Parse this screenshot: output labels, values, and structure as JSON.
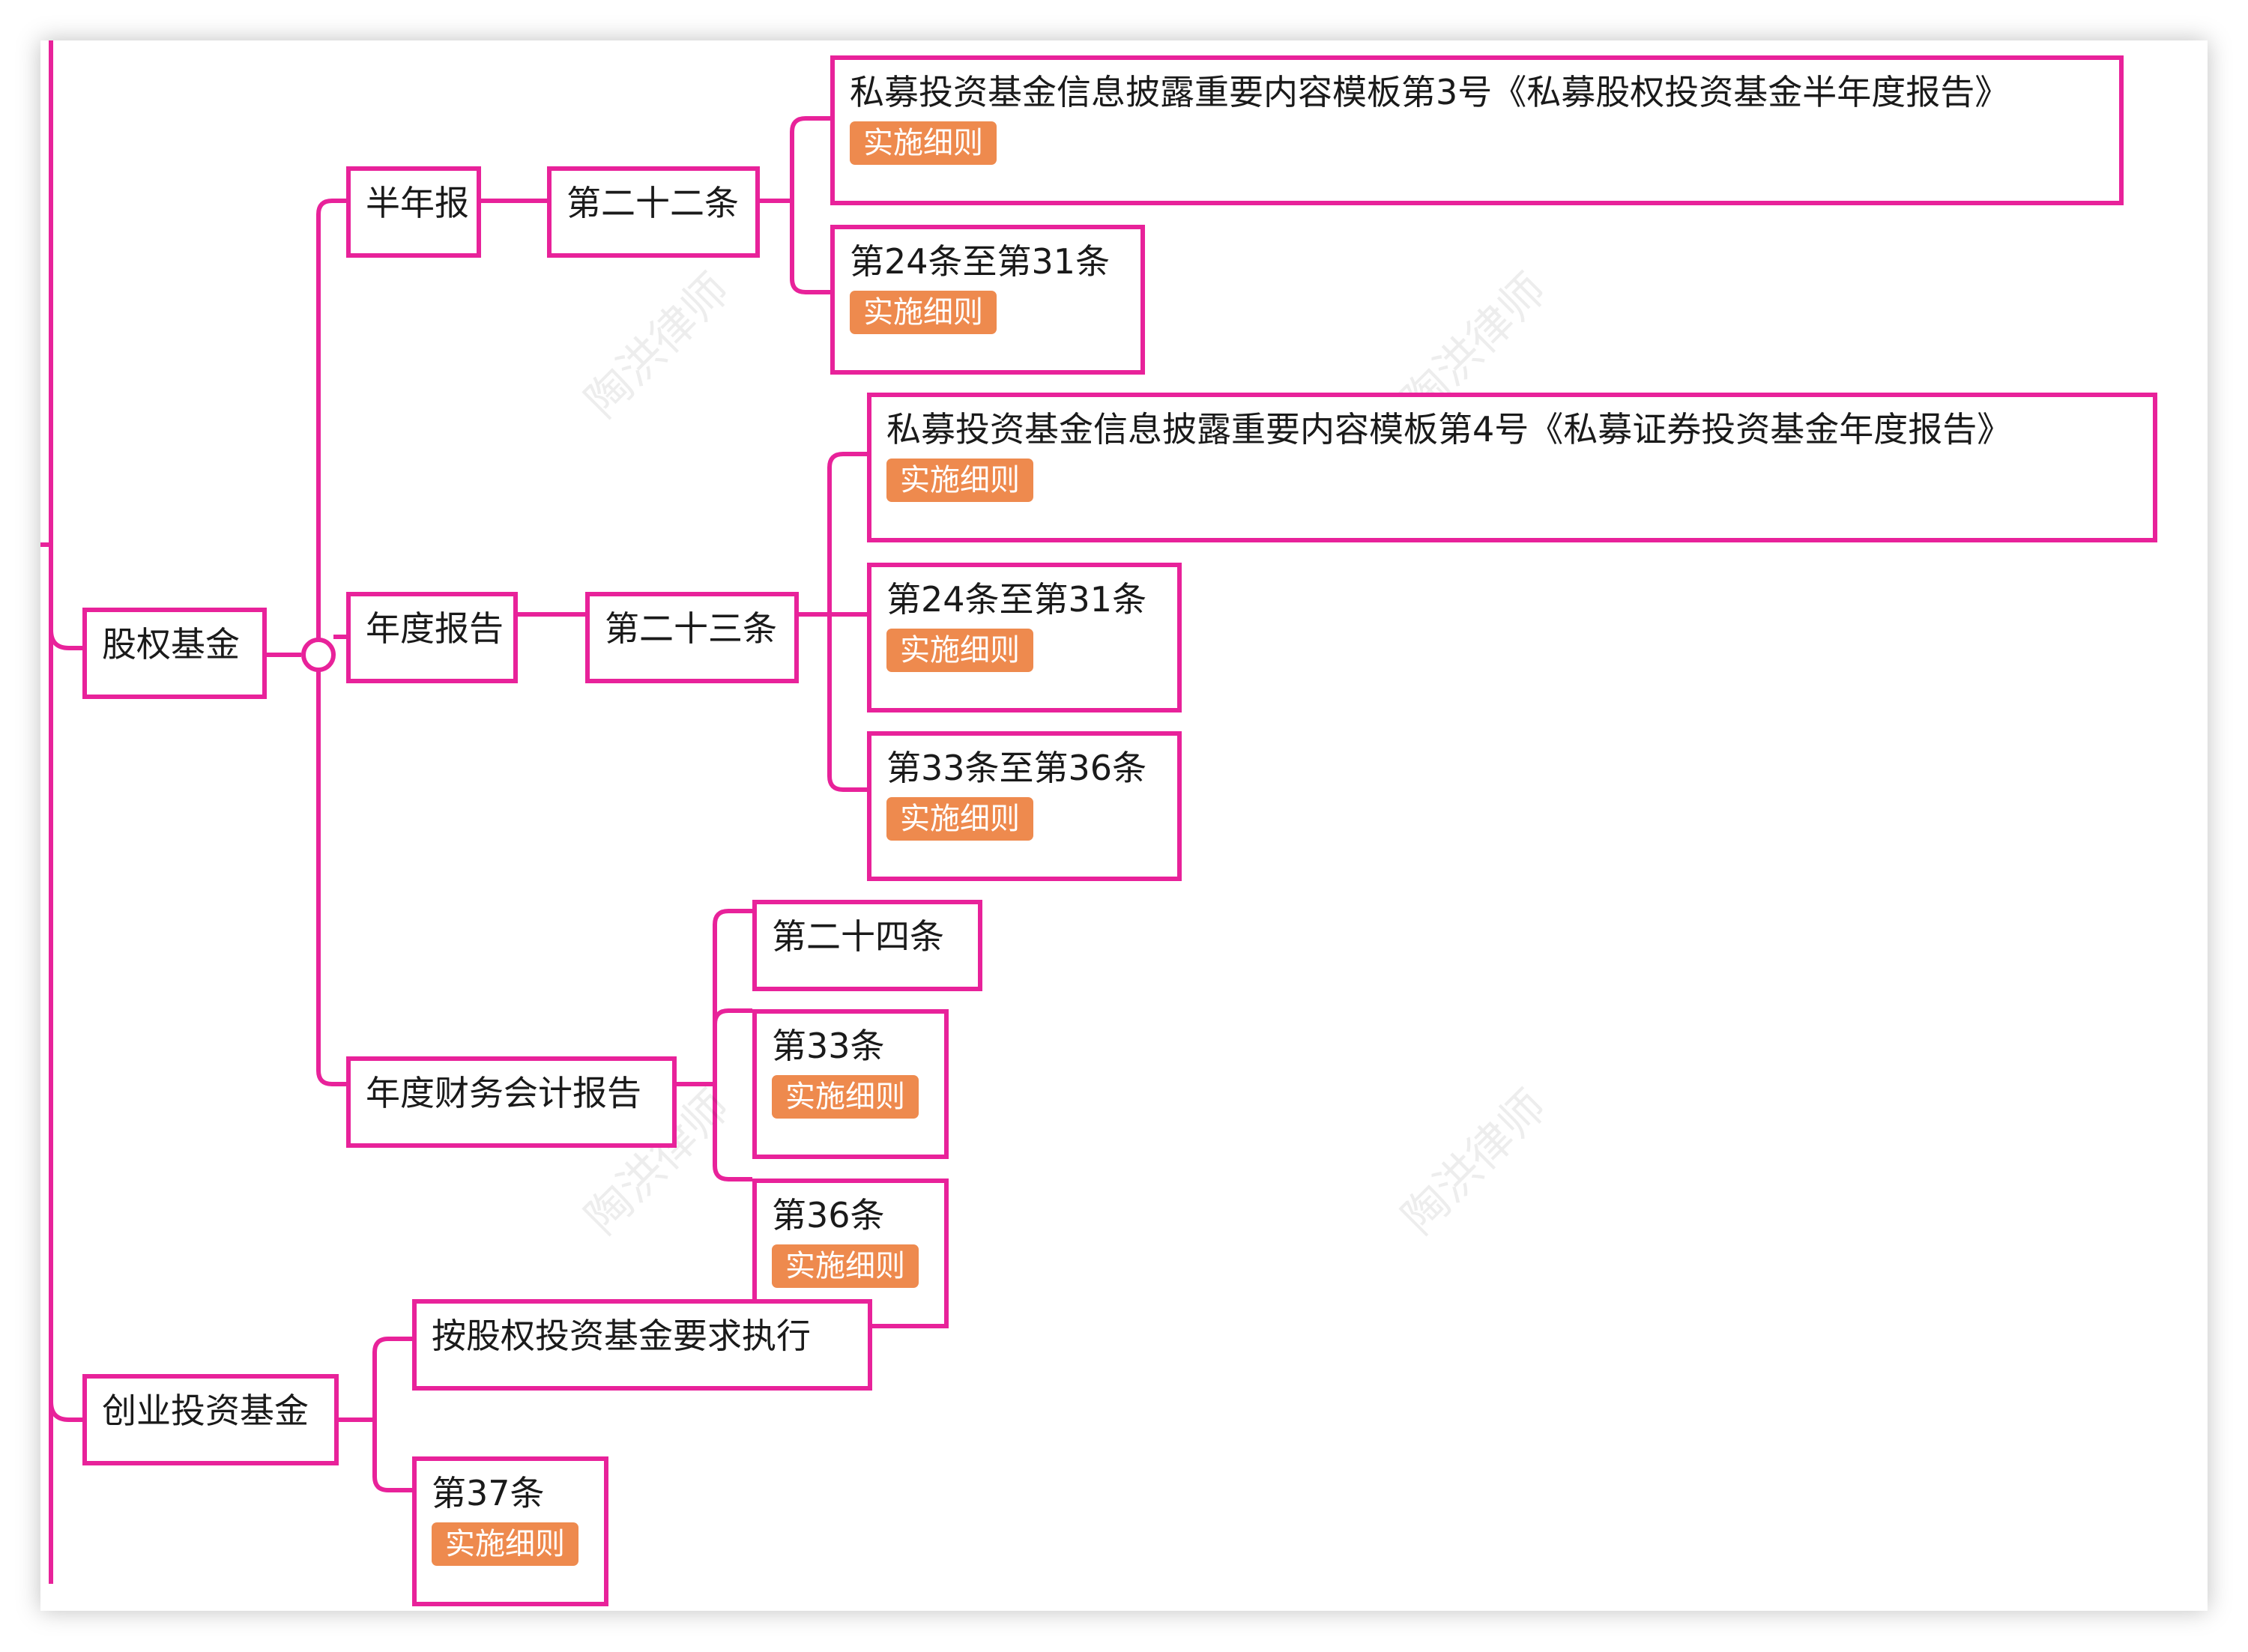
{
  "colors": {
    "line": "#e8229a",
    "tag_bg": "#ee8a4e",
    "tag_text": "#ffffff"
  },
  "tag_label": "实施细则",
  "watermark": "陶洪律师",
  "nodes": {
    "equity_fund": "股权基金",
    "half_year": "半年报",
    "art22": "第二十二条",
    "template3": "私募投资基金信息披露重要内容模板第3号《私募股权投资基金半年度报告》",
    "art24_31_a": "第24条至第31条",
    "annual": "年度报告",
    "art23": "第二十三条",
    "template4": "私募投资基金信息披露重要内容模板第4号《私募证券投资基金年度报告》",
    "art24_31_b": "第24条至第31条",
    "art33_36": "第33条至第36条",
    "annual_fin": "年度财务会计报告",
    "art24": "第二十四条",
    "art33": "第33条",
    "art36": "第36条",
    "vc_fund": "创业投资基金",
    "follow_equity": "按股权投资基金要求执行",
    "art37": "第37条"
  }
}
